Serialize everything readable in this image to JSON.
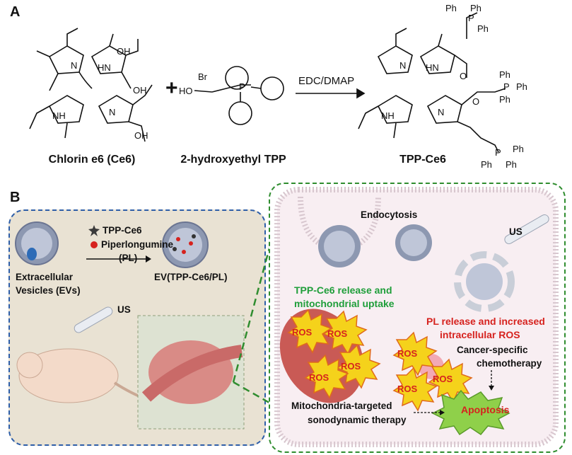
{
  "panel_a": {
    "label": "A",
    "reagent": "EDC/DMAP",
    "plus": "+",
    "compounds": {
      "ce6": "Chlorin e6 (Ce6)",
      "tpp": "2-hydroxyethyl TPP",
      "product": "TPP-Ce6"
    },
    "atoms": {
      "n": "N",
      "hn": "HN",
      "nh": "NH",
      "oh": "OH",
      "ho": "HO",
      "br": "Br",
      "p": "P",
      "plus": "+",
      "ph": "Ph",
      "o": "O"
    }
  },
  "panel_b": {
    "label": "B",
    "left": {
      "tpp_ce6": "TPP-Ce6",
      "piperlongumine": "Piperlongumine",
      "pl": "(PL)",
      "ev_line1": "Extracellular",
      "ev_line2": "Vesicles (EVs)",
      "ev_loaded": "EV(TPP-Ce6/PL)",
      "us": "US"
    },
    "right": {
      "endocytosis": "Endocytosis",
      "us": "US",
      "release_line1": "TPP-Ce6 release and",
      "release_line2": "mitochondrial uptake",
      "pl_line1": "PL release and increased",
      "pl_line2": "intracellular ROS",
      "cancer_line1": "Cancer-specific",
      "cancer_line2": "chemotherapy",
      "ros": "ROS",
      "mito_line1": "Mitochondria-targeted",
      "mito_line2": "sonodynamic therapy",
      "apoptosis": "Apoptosis"
    }
  },
  "colors": {
    "blue_dash": "#2e5ea8",
    "green_dash": "#2f8d2f",
    "green_text": "#1f9e3a",
    "red_text": "#d6221e",
    "panel_bg": "#e9e2d3",
    "cell_bg": "#f8eef2",
    "ros_fill": "#f5d21b",
    "apoptosis_fill": "#8fd04a"
  }
}
